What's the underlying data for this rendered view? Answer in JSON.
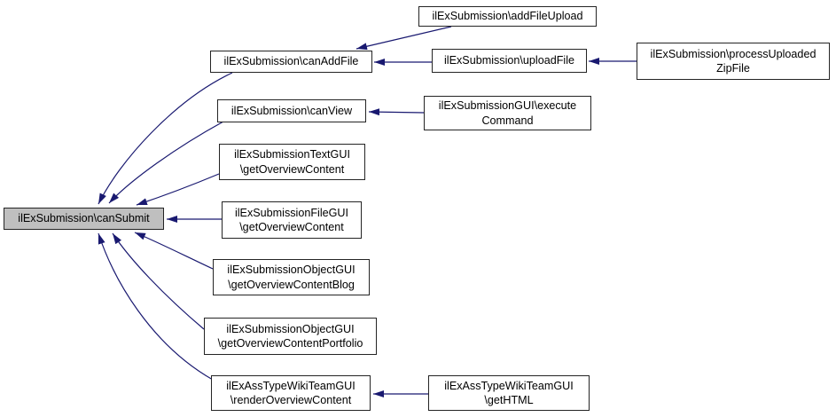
{
  "diagram": {
    "type": "doxygen-caller-graph",
    "title": "Caller graph for ilExSubmission\\canSubmit",
    "colors": {
      "edge": "#191970",
      "node_border": "#242424",
      "node_fill": "#ffffff",
      "highlight_fill": "#bfbfbf",
      "background": "#ffffff",
      "text": "#000000"
    },
    "nodes": {
      "canSubmit": {
        "lines": [
          "ilExSubmission\\canSubmit"
        ],
        "highlighted": true
      },
      "canAddFile": {
        "lines": [
          "ilExSubmission\\canAddFile"
        ],
        "highlighted": false
      },
      "canView": {
        "lines": [
          "ilExSubmission\\canView"
        ],
        "highlighted": false
      },
      "textGui": {
        "lines": [
          "ilExSubmissionTextGUI",
          "\\getOverviewContent"
        ],
        "highlighted": false
      },
      "fileGui": {
        "lines": [
          "ilExSubmissionFileGUI",
          "\\getOverviewContent"
        ],
        "highlighted": false
      },
      "objBlog": {
        "lines": [
          "ilExSubmissionObjectGUI",
          "\\getOverviewContentBlog"
        ],
        "highlighted": false
      },
      "objPortfolio": {
        "lines": [
          "ilExSubmissionObjectGUI",
          "\\getOverviewContentPortfolio"
        ],
        "highlighted": false
      },
      "wikiRender": {
        "lines": [
          "ilExAssTypeWikiTeamGUI",
          "\\renderOverviewContent"
        ],
        "highlighted": false
      },
      "addFileUpload": {
        "lines": [
          "ilExSubmission\\addFileUpload"
        ],
        "highlighted": false
      },
      "uploadFile": {
        "lines": [
          "ilExSubmission\\uploadFile"
        ],
        "highlighted": false
      },
      "execCmd": {
        "lines": [
          "ilExSubmissionGUI\\execute",
          "Command"
        ],
        "highlighted": false
      },
      "processZip": {
        "lines": [
          "ilExSubmission\\processUploaded",
          "ZipFile"
        ],
        "highlighted": false
      },
      "getHtml": {
        "lines": [
          "ilExAssTypeWikiTeamGUI",
          "\\getHTML"
        ],
        "highlighted": false
      }
    },
    "edges": [
      {
        "from": "canAddFile",
        "to": "canSubmit"
      },
      {
        "from": "canView",
        "to": "canSubmit"
      },
      {
        "from": "textGui",
        "to": "canSubmit"
      },
      {
        "from": "fileGui",
        "to": "canSubmit"
      },
      {
        "from": "objBlog",
        "to": "canSubmit"
      },
      {
        "from": "objPortfolio",
        "to": "canSubmit"
      },
      {
        "from": "wikiRender",
        "to": "canSubmit"
      },
      {
        "from": "addFileUpload",
        "to": "canAddFile"
      },
      {
        "from": "uploadFile",
        "to": "canAddFile"
      },
      {
        "from": "processZip",
        "to": "uploadFile"
      },
      {
        "from": "execCmd",
        "to": "canView"
      },
      {
        "from": "getHtml",
        "to": "wikiRender"
      }
    ]
  }
}
